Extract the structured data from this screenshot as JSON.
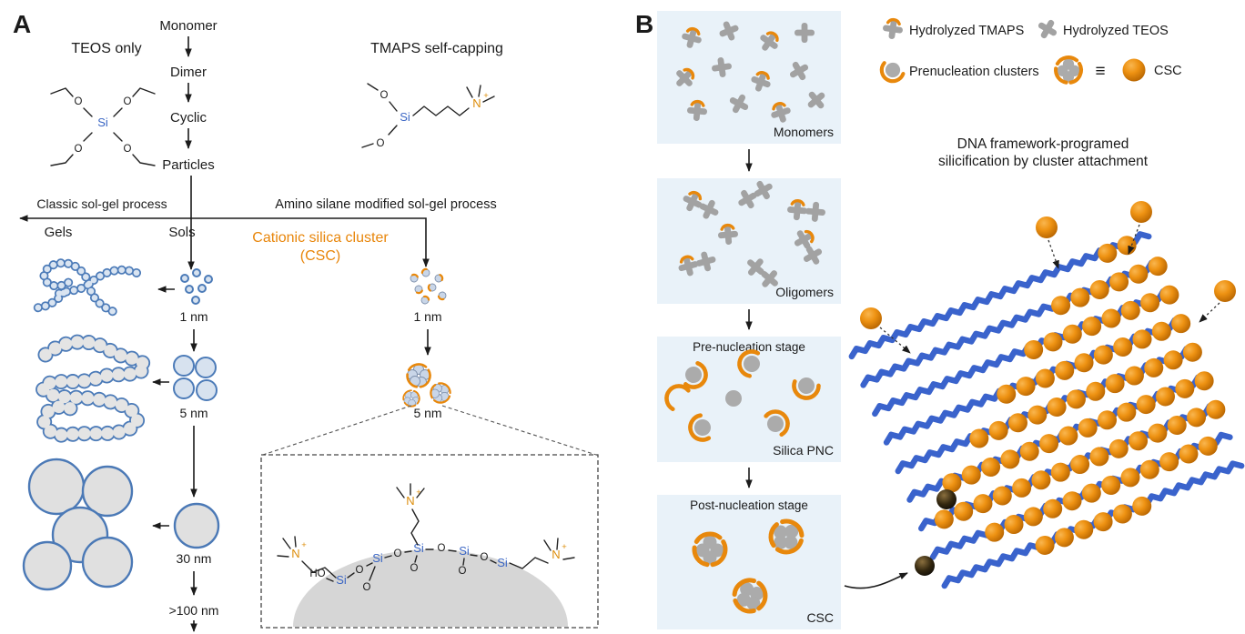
{
  "panelA": {
    "label": "A",
    "teos_title": "TEOS only",
    "tmaps_title": "TMAPS self-capping",
    "flow": [
      "Monomer",
      "Dimer",
      "Cyclic",
      "Particles"
    ],
    "classic_process": "Classic sol-gel process",
    "amino_process": "Amino silane modified sol-gel process",
    "gels": "Gels",
    "sols": "Sols",
    "csc_line1": "Cationic silica cluster",
    "csc_line2": "(CSC)",
    "left_sizes": [
      "1 nm",
      "5 nm",
      "30 nm",
      ">100 nm"
    ],
    "right_sizes": [
      "1 nm",
      "5 nm"
    ]
  },
  "chem": {
    "si": "Si",
    "o": "O",
    "ho": "HO",
    "n": "N",
    "plus": "+"
  },
  "panelB": {
    "label": "B",
    "legend": {
      "tmaps": "Hydrolyzed TMAPS",
      "teos": "Hydrolyzed TEOS",
      "pnc": "Prenucleation clusters",
      "equiv": "≡",
      "csc": "CSC"
    },
    "stages": [
      {
        "name": "Monomers"
      },
      {
        "name": "Oligomers"
      },
      {
        "stage": "Pre-nucleation stage",
        "name": "Silica PNC"
      },
      {
        "stage": "Post-nucleation stage",
        "name": "CSC"
      }
    ],
    "dna_title_line1": "DNA framework-programed",
    "dna_title_line2": "silicification by cluster attachment"
  },
  "colors": {
    "accent_orange": "#E8860B",
    "structure_blue": "#3B66C4",
    "dna_blue": "#3A63CC",
    "stage_bg": "#E9F2F9"
  }
}
